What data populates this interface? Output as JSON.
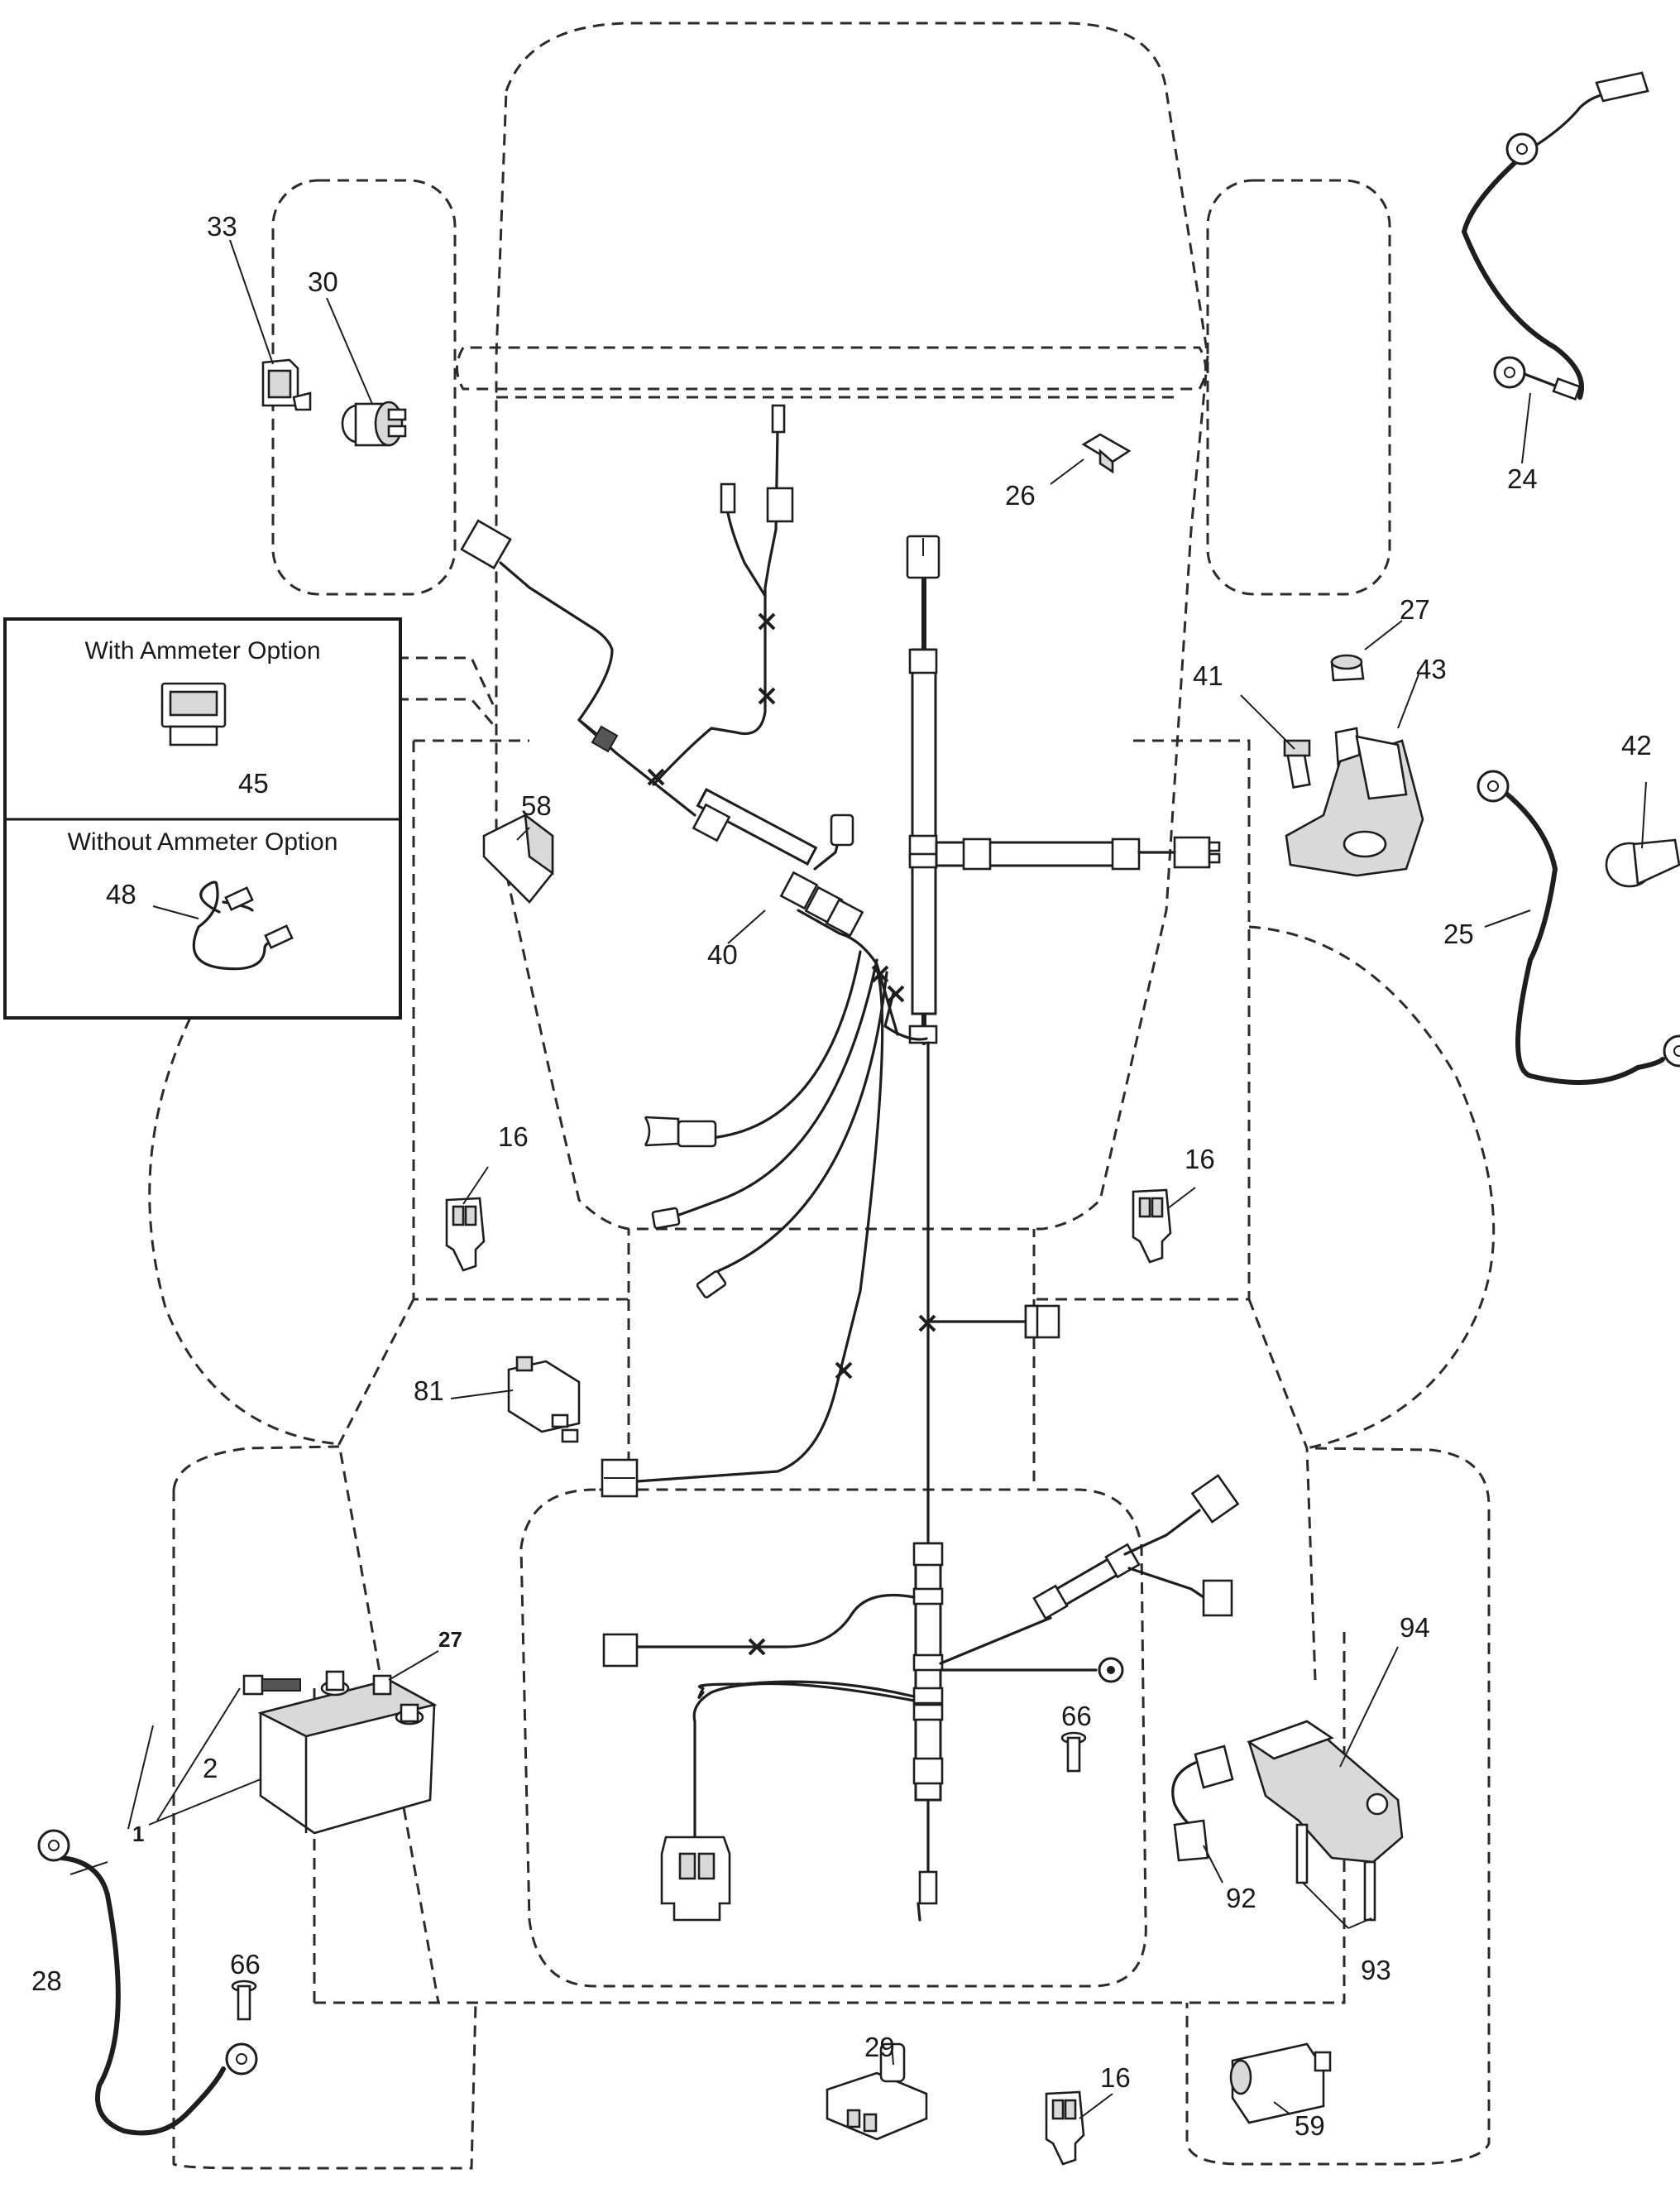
{
  "ammeter_box": {
    "with_title": "With Ammeter Option",
    "without_title": "Without Ammeter Option"
  },
  "callouts": {
    "c1": "1",
    "c2": "2",
    "c16a": "16",
    "c16b": "16",
    "c16c": "16",
    "c24": "24",
    "c25": "25",
    "c26": "26",
    "c27a": "27",
    "c27b": "27",
    "c28": "28",
    "c29": "29",
    "c30": "30",
    "c33": "33",
    "c40": "40",
    "c41": "41",
    "c42": "42",
    "c43": "43",
    "c45": "45",
    "c48": "48",
    "c58": "58",
    "c59": "59",
    "c66a": "66",
    "c66b": "66",
    "c81": "81",
    "c92": "92",
    "c93": "93",
    "c94": "94"
  }
}
